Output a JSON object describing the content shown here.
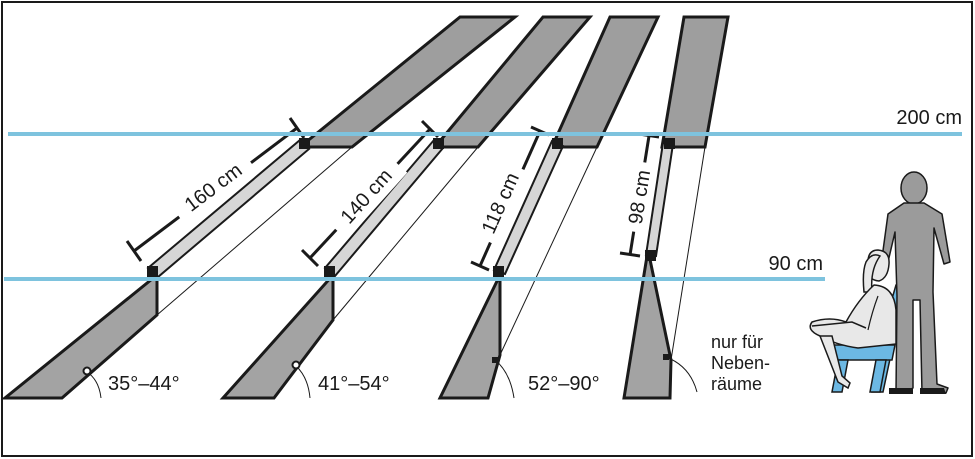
{
  "colors": {
    "guide_line": "#7ec3de",
    "beam_fill": "#a3a3a3",
    "chair": "#6cb8e3",
    "person": "#9b9b9b"
  },
  "levels": {
    "upper": "200 cm",
    "lower": "90 cm"
  },
  "stairs": [
    {
      "length": "160 cm",
      "angle": "35°–44°"
    },
    {
      "length": "140 cm",
      "angle": "41°–54°"
    },
    {
      "length": "118 cm",
      "angle": "52°–90°"
    },
    {
      "length": "98 cm",
      "note_lines": [
        "nur für",
        "Neben-",
        "räume"
      ]
    }
  ],
  "figures": [
    "standing-person-icon",
    "seated-person-icon"
  ]
}
